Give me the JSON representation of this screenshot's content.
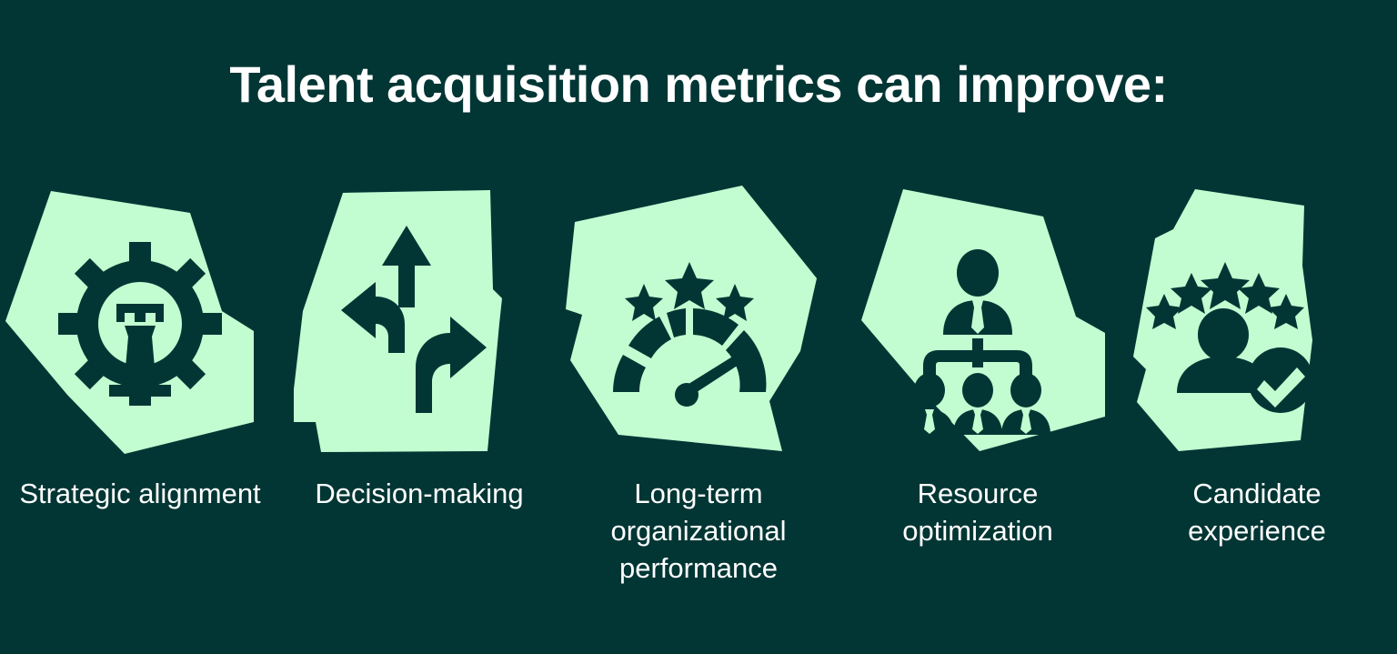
{
  "colors": {
    "background": "#023634",
    "blob": "#C2FDD1",
    "icon": "#023634",
    "title_text": "#FFFFFF",
    "label_text": "#FFFFFF"
  },
  "header": {
    "title": "Talent acquisition metrics can improve:"
  },
  "cards": [
    {
      "label": "Strategic alignment",
      "icon_name": "gear-chess-rook-icon",
      "blob_name": "blob-shape-1"
    },
    {
      "label": "Decision-making",
      "icon_name": "three-way-arrows-icon",
      "blob_name": "blob-shape-2"
    },
    {
      "label": "Long-term organizational performance",
      "icon_name": "gauge-stars-icon",
      "blob_name": "blob-shape-3"
    },
    {
      "label": "Resource optimization",
      "icon_name": "org-chart-people-icon",
      "blob_name": "blob-shape-4"
    },
    {
      "label": "Candidate experience",
      "icon_name": "person-stars-check-icon",
      "blob_name": "blob-shape-5"
    }
  ]
}
